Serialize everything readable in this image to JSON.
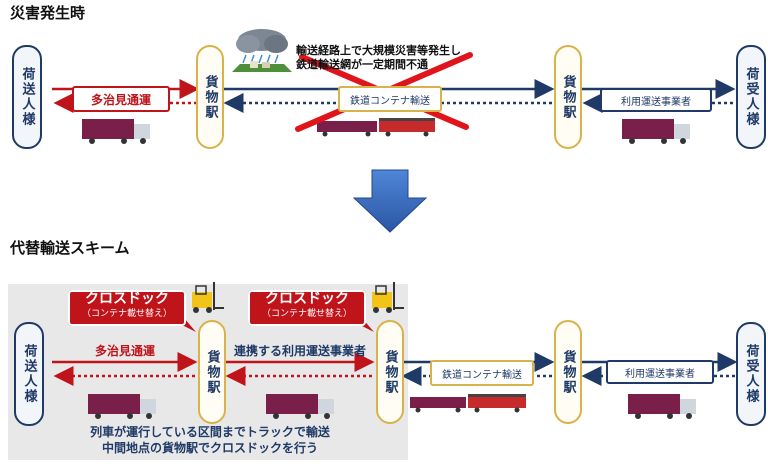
{
  "section_disaster": {
    "title": "災害発生時",
    "shipper_left": "荷送人様",
    "station_left": "貨物駅",
    "route_left_label": "多治見通運",
    "disaster_line1": "輸送経路上で大規模災害等発生し",
    "disaster_line2": "鉄道輸送網が一定期間不通",
    "rail_label": "鉄道コンテナ輸送",
    "station_right": "貨物駅",
    "right_box_label": "利用運送事業者",
    "shipper_right": "荷受人様"
  },
  "section_alt": {
    "title": "代替輸送スキーム",
    "shipper_left": "荷送人様",
    "callout1_main": "クロスドック",
    "callout1_sub": "（コンテナ載せ替え）",
    "callout2_main": "クロスドック",
    "callout2_sub": "（コンテナ載せ替え）",
    "route_left_label": "多治見通運",
    "station_mid": "貨物駅",
    "route_mid_label": "連携する利用運送事業者",
    "station_rail_start": "貨物駅",
    "rail_label": "鉄道コンテナ輸送",
    "station_right": "貨物駅",
    "right_box_label": "利用運送事業者",
    "shipper_right": "荷受人様",
    "note_line1": "列車が運行している区間までトラックで輸送",
    "note_line2": "中間地点の貨物駅でクロスドックを行う"
  },
  "colors": {
    "navy": "#1f3a66",
    "red": "#c0141b",
    "gold": "#d8b24a",
    "arrow_blue": "#2f5fb0",
    "shade": "#e6e6e6"
  },
  "icons": [
    "truck-icon",
    "train-icon",
    "forklift-icon",
    "storm-icon",
    "down-arrow-icon",
    "cross-icon"
  ]
}
